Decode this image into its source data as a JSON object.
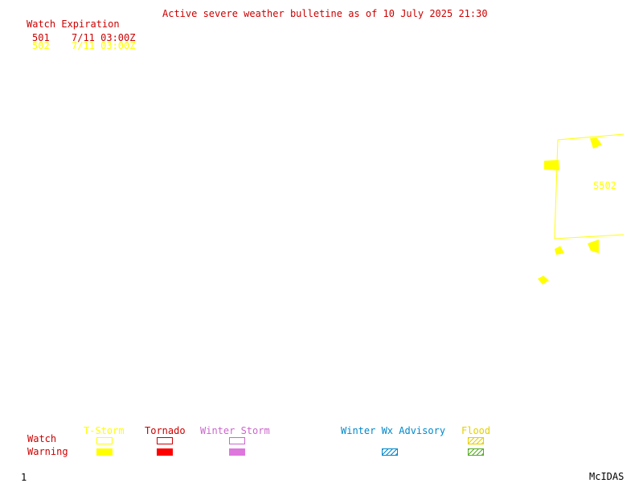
{
  "header": {
    "title": "Active severe weather bulletine as of 10 July 2025 21:30"
  },
  "watch_list": {
    "heading": "Watch Expiration",
    "rows": [
      {
        "id": "501",
        "expires": "7/11 03:00Z",
        "color": "#cc0000"
      },
      {
        "id": "502",
        "expires": "7/11 03:00Z",
        "color": "#ffff00"
      }
    ]
  },
  "map": {
    "watch_label": "S502",
    "watch_color": "#ffff00"
  },
  "legend": {
    "row_watch": "Watch",
    "row_warning": "Warning",
    "columns": [
      {
        "label": "T-Storm",
        "color": "#ffff00"
      },
      {
        "label": "Tornado",
        "color": "#cc0000"
      },
      {
        "label": "Winter Storm",
        "color": "#cc66cc"
      },
      {
        "label": "Winter Wx Advisory",
        "color": "#0088cc"
      },
      {
        "label": "Flood",
        "color": "#e6d000"
      }
    ]
  },
  "footer": {
    "frame_number": "1",
    "brand": "McIDAS"
  }
}
